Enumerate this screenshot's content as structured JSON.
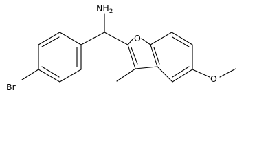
{
  "molecule": {
    "atom_labels": {
      "amine": "NH",
      "amine_subscript": "2",
      "bromine": "Br",
      "furan_oxygen": "O",
      "methoxy_oxygen": "O"
    },
    "colors": {
      "bond": "#000000",
      "label": "#000000",
      "background": "#ffffff"
    }
  }
}
